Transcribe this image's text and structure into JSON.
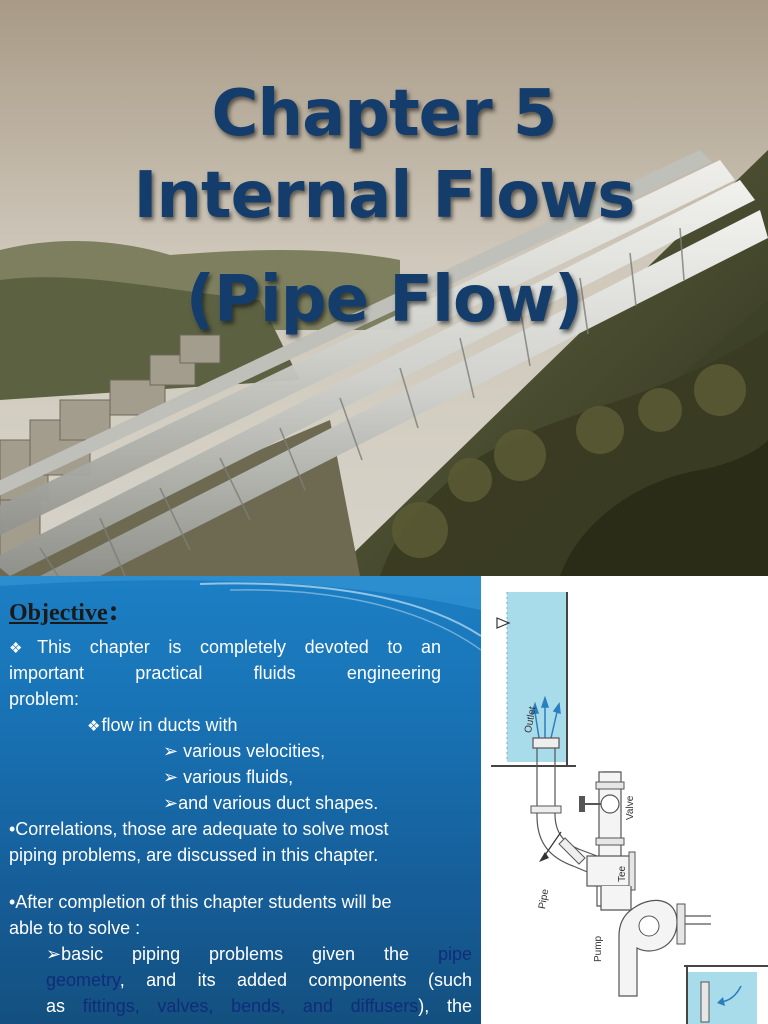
{
  "slide": {
    "title_lines": [
      "Chapter 5",
      "Internal Flows",
      "(Pipe Flow)"
    ]
  },
  "objective": {
    "heading": "Objective",
    "heading_suffix": ":",
    "intro_line1": "This chapter is completely devoted to an",
    "intro_line2": "important practical fluids engineering",
    "intro_line3": "problem:",
    "sub_bullet": "flow in ducts with",
    "arrow_items": [
      "various velocities,",
      "various fluids,",
      "and various duct shapes."
    ],
    "correlations_line1": "•Correlations, those are adequate to solve most",
    "correlations_line2": "piping problems, are discussed in this chapter.",
    "after_line1": "•After completion of this chapter students will be",
    "after_line2": "able to to solve :",
    "basic": {
      "line1_a": "➢basic piping problems given the",
      "line1_b": "pipe",
      "line2_a": "geometry",
      "line2_b": ", and its added components (such",
      "line3_a": "as",
      "line3_b": "fittings, valves, bends, and diffusers",
      "line3_c": "), the"
    }
  },
  "diagram": {
    "labels": {
      "outlet": "Outlet",
      "valve": "Valve",
      "tee": "Tee",
      "pipe": "Pipe",
      "pump": "Pump"
    }
  },
  "colors": {
    "title": "#143d6b",
    "panel_blue": "#1873b5",
    "highlight": "#102c7a",
    "water": "#a9dcea"
  }
}
